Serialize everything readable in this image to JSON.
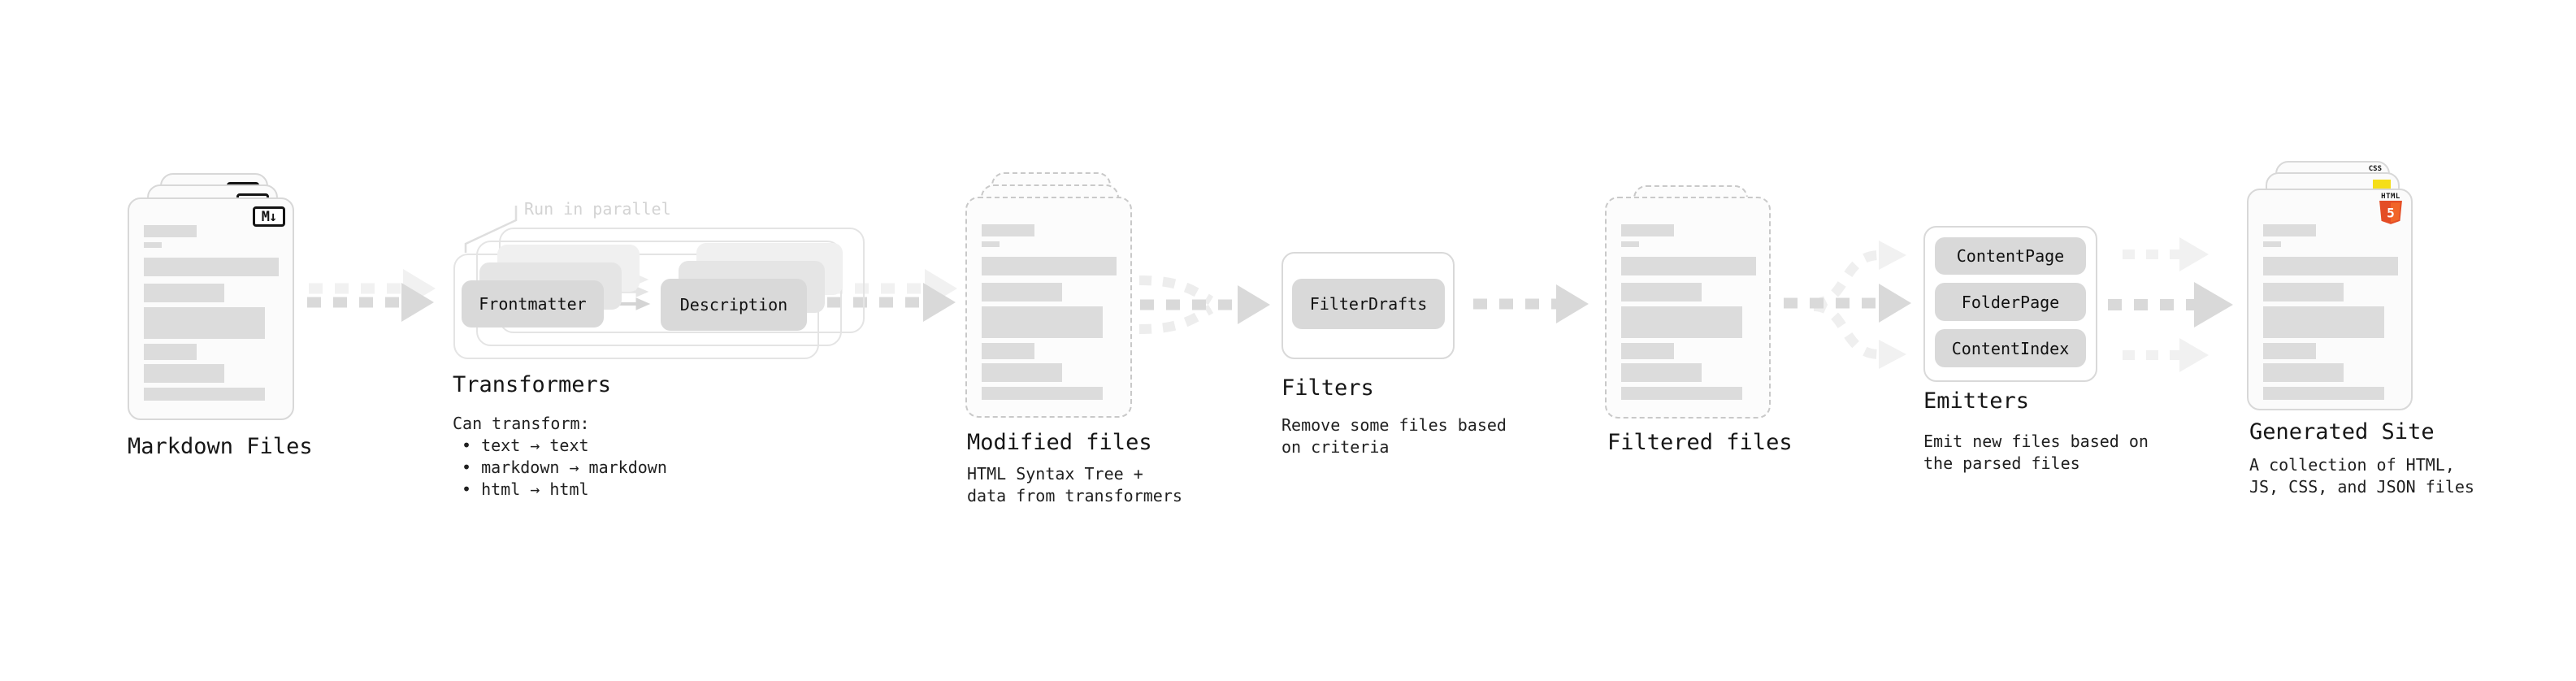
{
  "diagram": {
    "markdown_files": {
      "label": "Markdown Files",
      "badge": "M↓"
    },
    "transformers": {
      "annotation": "Run in parallel",
      "transformer_1": "Frontmatter",
      "transformer_2": "Description",
      "label": "Transformers",
      "desc_title": "Can transform:",
      "bullets": [
        "• text → text",
        "• markdown → markdown",
        "• html → html"
      ]
    },
    "modified_files": {
      "label": "Modified files",
      "desc": [
        "HTML Syntax Tree +",
        "data from transformers"
      ]
    },
    "filters": {
      "chip": "FilterDrafts",
      "label": "Filters",
      "desc": [
        "Remove some files based",
        "on criteria"
      ]
    },
    "filtered_files": {
      "label": "Filtered files"
    },
    "emitters": {
      "chips": [
        "ContentPage",
        "FolderPage",
        "ContentIndex"
      ],
      "label": "Emitters",
      "desc": [
        "Emit new files based on",
        "the parsed files"
      ]
    },
    "generated_site": {
      "label": "Generated Site",
      "desc": [
        "A collection of HTML,",
        "JS, CSS, and JSON files"
      ],
      "css_badge": "CSS",
      "html5_badge_text": "HTML",
      "html5_badge_number": "5"
    },
    "colors": {
      "html5_orange": "#e44d26",
      "html5_orange_light": "#f16529",
      "js_yellow": "#f5de19",
      "css_blue": "#2962ef",
      "arrow_gray": "#d9d9d9",
      "arrow_ghost_gray": "#f1f1f1",
      "chip_gray": "#d9d9d9",
      "text_dark": "#161616",
      "annotation_gray": "#d3d3d3"
    }
  }
}
